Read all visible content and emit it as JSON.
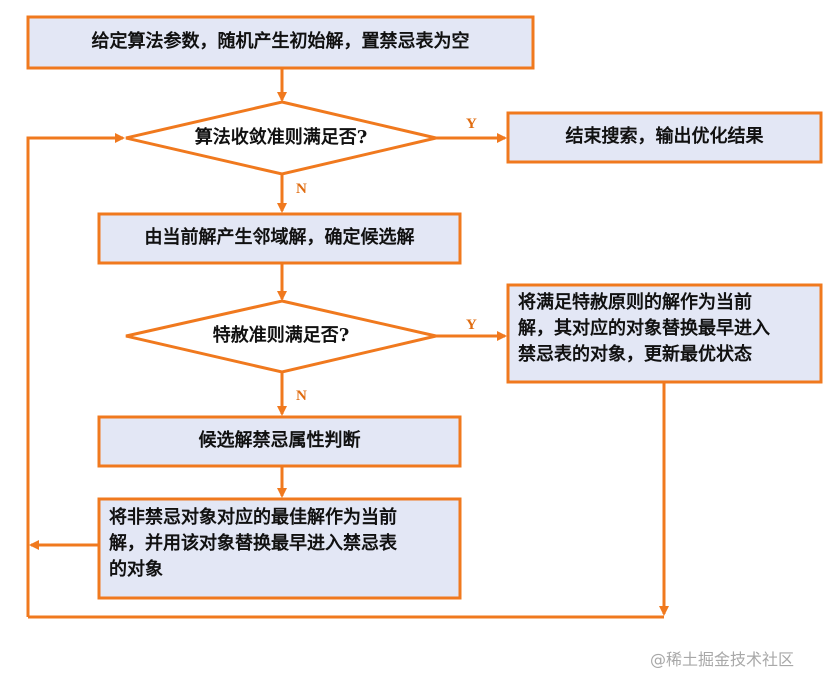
{
  "diagram": {
    "step_init": "给定算法参数，随机产生初始解，置禁忌表为空",
    "decision_converge": "算法收敛准则满足否?",
    "step_end": "结束搜索，输出优化结果",
    "step_neighbors": "由当前解产生邻域解，确定候选解",
    "decision_aspiration": "特赦准则满足否?",
    "step_aspiration": [
      "将满足特赦原则的解作为当前",
      "解，其对应的对象替换最早进入",
      "禁忌表的对象，更新最优状态"
    ],
    "step_tabu_check": "候选解禁忌属性判断",
    "step_nontabu": [
      "将非禁忌对象对应的最佳解作为当前",
      "解，并用该对象替换最早进入禁忌表",
      "的对象"
    ],
    "label_yes_1": "Y",
    "label_no_1": "N",
    "label_yes_2": "Y",
    "label_no_2": "N"
  },
  "watermark": "@稀土掘金技术社区",
  "colors": {
    "stroke": "#F0791E",
    "box_fill": "#E3E7F5",
    "diamond_fill": "#FFFFFF",
    "label": "#E06C10"
  }
}
